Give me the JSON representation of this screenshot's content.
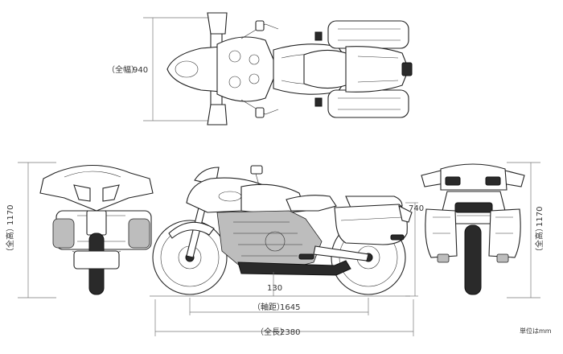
{
  "dimensions": {
    "width": {
      "label": "（全幅）",
      "value": "940"
    },
    "height_front": {
      "label": "（全高）",
      "value": "1170"
    },
    "height_rear": {
      "label": "（全高）",
      "value": "1170"
    },
    "seat_height": {
      "value": "740"
    },
    "ground_clearance": {
      "value": "130"
    },
    "wheelbase": {
      "label": "（軸距）",
      "value": "1645"
    },
    "length": {
      "label": "（全長）",
      "value": "2380"
    }
  },
  "unit_note": "単位はmm",
  "views": [
    "top-view",
    "front-view",
    "side-view",
    "rear-view"
  ],
  "colors": {
    "line": "#222222",
    "dimension": "#777777",
    "text": "#333333",
    "background": "#ffffff"
  }
}
